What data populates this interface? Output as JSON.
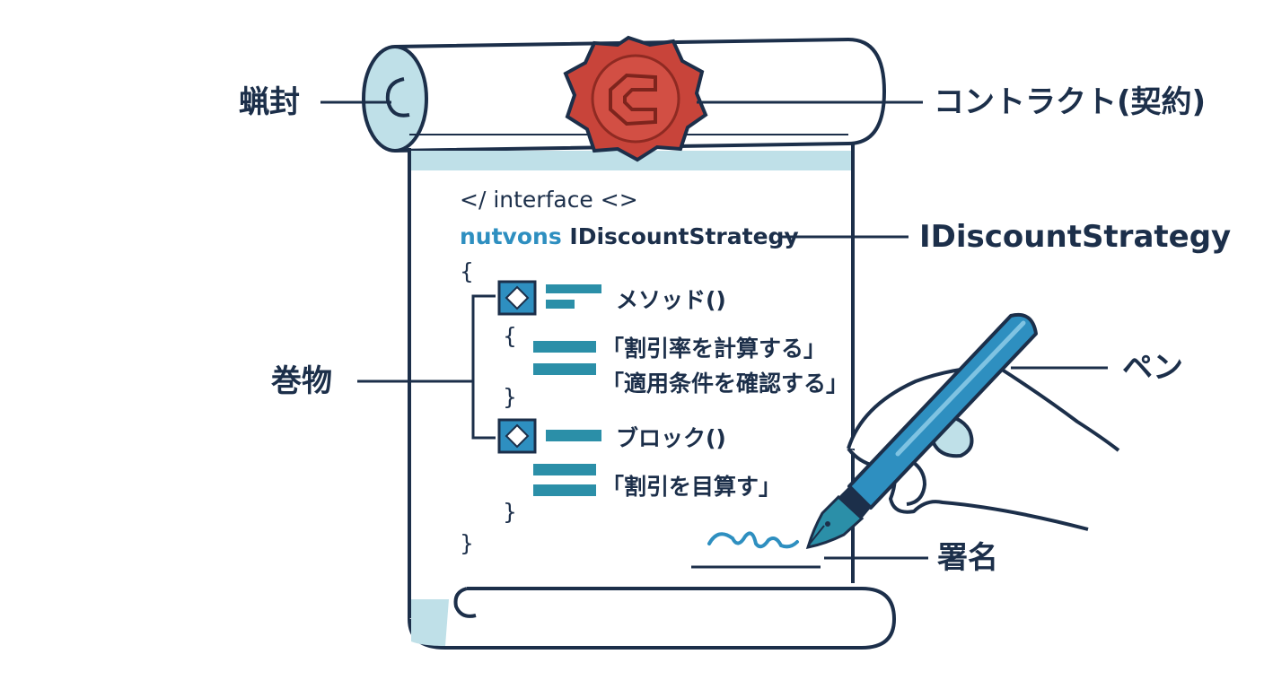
{
  "labels": {
    "seal": "蝋封",
    "contract": "コントラクト(契約)",
    "interface_name": "IDiscountStrategy",
    "scroll": "巻物",
    "pen": "ペン",
    "signature": "署名"
  },
  "code": {
    "header": "</ interface <>",
    "keyword": "nutvons",
    "interface_name": "IDiscountStrategy",
    "open_brace": "{",
    "close_brace": "}",
    "method1": "メソッド()",
    "inner_open": "{",
    "inner_close": "}",
    "line1": "「割引率を計算する」",
    "line2": "「適用条件を確認する」",
    "method2": "ブロック()",
    "line3": "「割引を目算す」",
    "inner2_close": "}"
  },
  "colors": {
    "outline": "#1c2f4a",
    "accent_blue": "#2e8fc0",
    "teal_bar": "#2b8fa8",
    "paper_tint": "#bfe0e8",
    "seal_red": "#c8443a"
  },
  "icons": [
    "wax-seal-c-icon",
    "method-diamond-icon",
    "fountain-pen-icon",
    "hand-icon"
  ]
}
